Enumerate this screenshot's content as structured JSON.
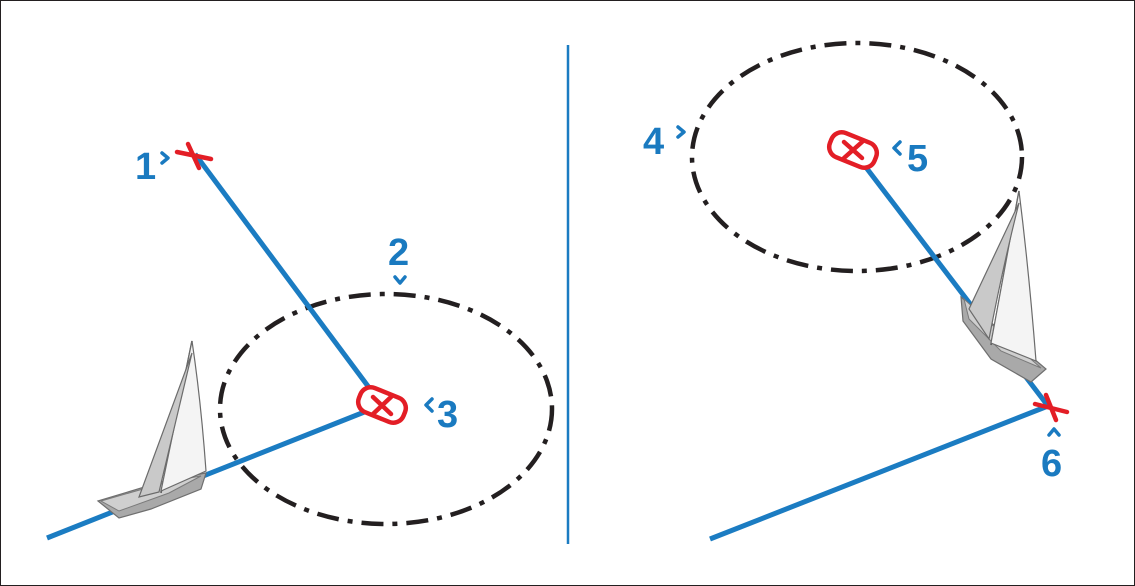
{
  "diagram": {
    "left_panel": {
      "callouts": [
        {
          "id": "1",
          "text": "1"
        },
        {
          "id": "2",
          "text": "2"
        },
        {
          "id": "3",
          "text": "3"
        }
      ]
    },
    "right_panel": {
      "callouts": [
        {
          "id": "4",
          "text": "4"
        },
        {
          "id": "5",
          "text": "5"
        },
        {
          "id": "6",
          "text": "6"
        }
      ]
    },
    "colors": {
      "callout_blue": "#1a7ac0",
      "route_blue": "#1b7cc2",
      "waypoint_red": "#e31e26",
      "circle_dash": "#231f20"
    },
    "icons": [
      "waypoint-cross-icon",
      "active-waypoint-icon",
      "sailboat-icon",
      "chevron-pointer-icon"
    ]
  }
}
